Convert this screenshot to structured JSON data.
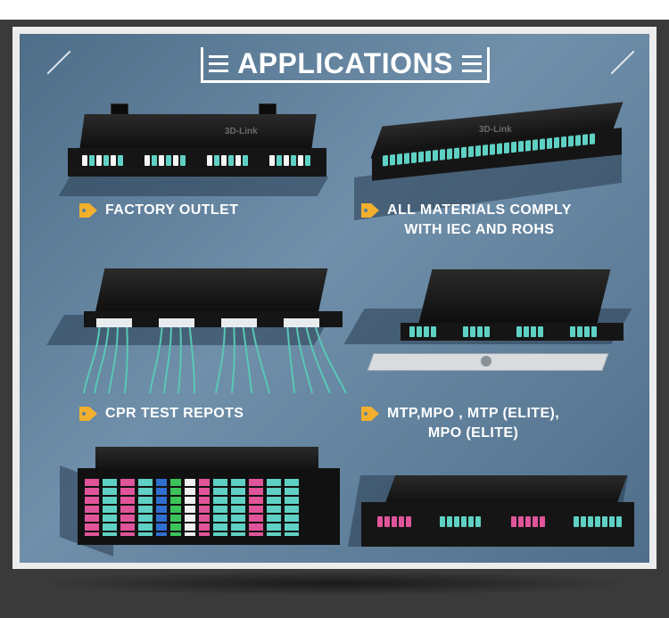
{
  "header": {
    "title": "APPLICATIONS"
  },
  "labels": {
    "factory_outlet": "FACTORY OUTLET",
    "materials_line1": "ALL MATERIALS COMPLY",
    "materials_line2": "WITH IEC AND ROHS",
    "cpr": "CPR TEST REPOTS",
    "mtp_line1": "MTP,MPO , MTP (ELITE),",
    "mtp_line2": "MPO (ELITE)"
  },
  "brand": "3D-Link",
  "colors": {
    "accent_tag": "#f2b02e",
    "aqua": "#5fd1c4",
    "magenta": "#e0559a",
    "green": "#3cc45a",
    "blue": "#2f6fd0",
    "panel": "#5f7f9b"
  },
  "icons": [
    "menu-icon",
    "tag-icon"
  ]
}
